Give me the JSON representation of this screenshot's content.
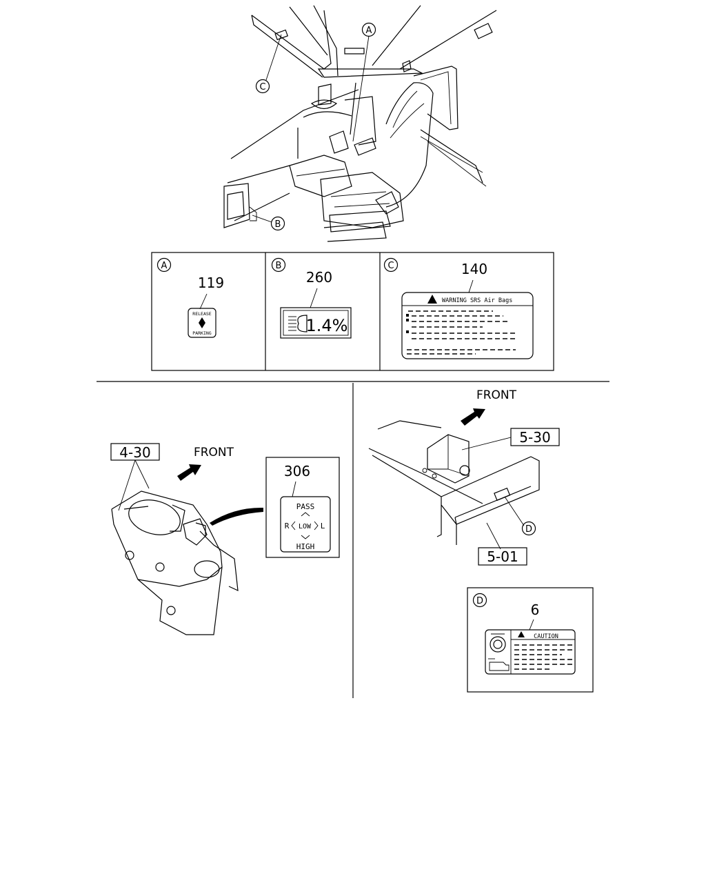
{
  "callouts": {
    "a": "A",
    "b": "B",
    "c": "C",
    "d": "D"
  },
  "labels": {
    "release_parking": {
      "part": "119",
      "top": "RELEASE",
      "bottom": "PARKING"
    },
    "headlamp_aim": {
      "part": "260",
      "value": "1.4%"
    },
    "srs_warning": {
      "part": "140",
      "header": "WARNING SRS Air Bags"
    },
    "dimmer": {
      "part": "306",
      "pass": "PASS",
      "r": "R",
      "low": "LOW",
      "l": "L",
      "high": "HIGH"
    },
    "caution": {
      "part": "6",
      "header": "CAUTION"
    }
  },
  "refs": {
    "r430": "4-30",
    "r530": "5-30",
    "r501": "5-01"
  },
  "front": {
    "left": "FRONT",
    "right": "FRONT"
  }
}
